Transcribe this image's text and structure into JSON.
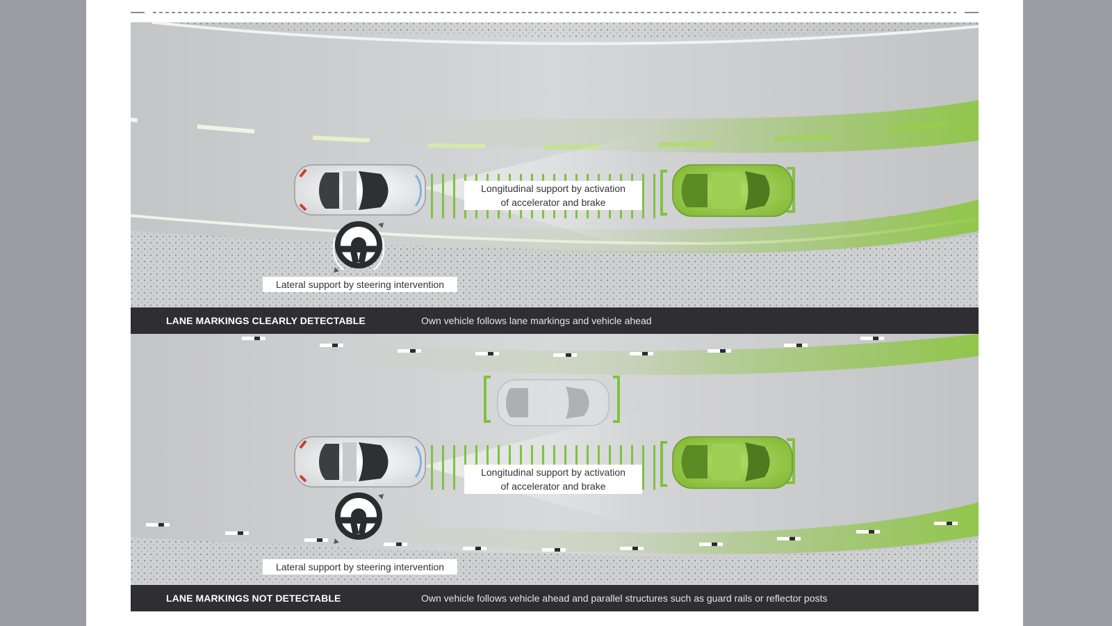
{
  "colors": {
    "accent_green": "#7fc241",
    "road_gray": "#c7c8ca",
    "bar_dark": "#2f2f31"
  },
  "panels": [
    {
      "longitudinal_label_line1": "Longitudinal support by activation",
      "longitudinal_label_line2": "of accelerator and brake",
      "lateral_label": "Lateral support by steering intervention",
      "caption_title": "LANE MARKINGS CLEARLY DETECTABLE",
      "caption_text": "Own vehicle follows lane markings and vehicle ahead"
    },
    {
      "longitudinal_label_line1": "Longitudinal support by activation",
      "longitudinal_label_line2": "of accelerator and brake",
      "lateral_label": "Lateral support by steering intervention",
      "caption_title": "LANE MARKINGS NOT DETECTABLE",
      "caption_text": "Own vehicle follows vehicle ahead and parallel structures such as guard rails or reflector posts"
    }
  ],
  "icons": [
    "own-car-icon",
    "lead-car-icon",
    "steering-wheel-icon",
    "ghost-car-icon",
    "reflector-post-icon"
  ]
}
